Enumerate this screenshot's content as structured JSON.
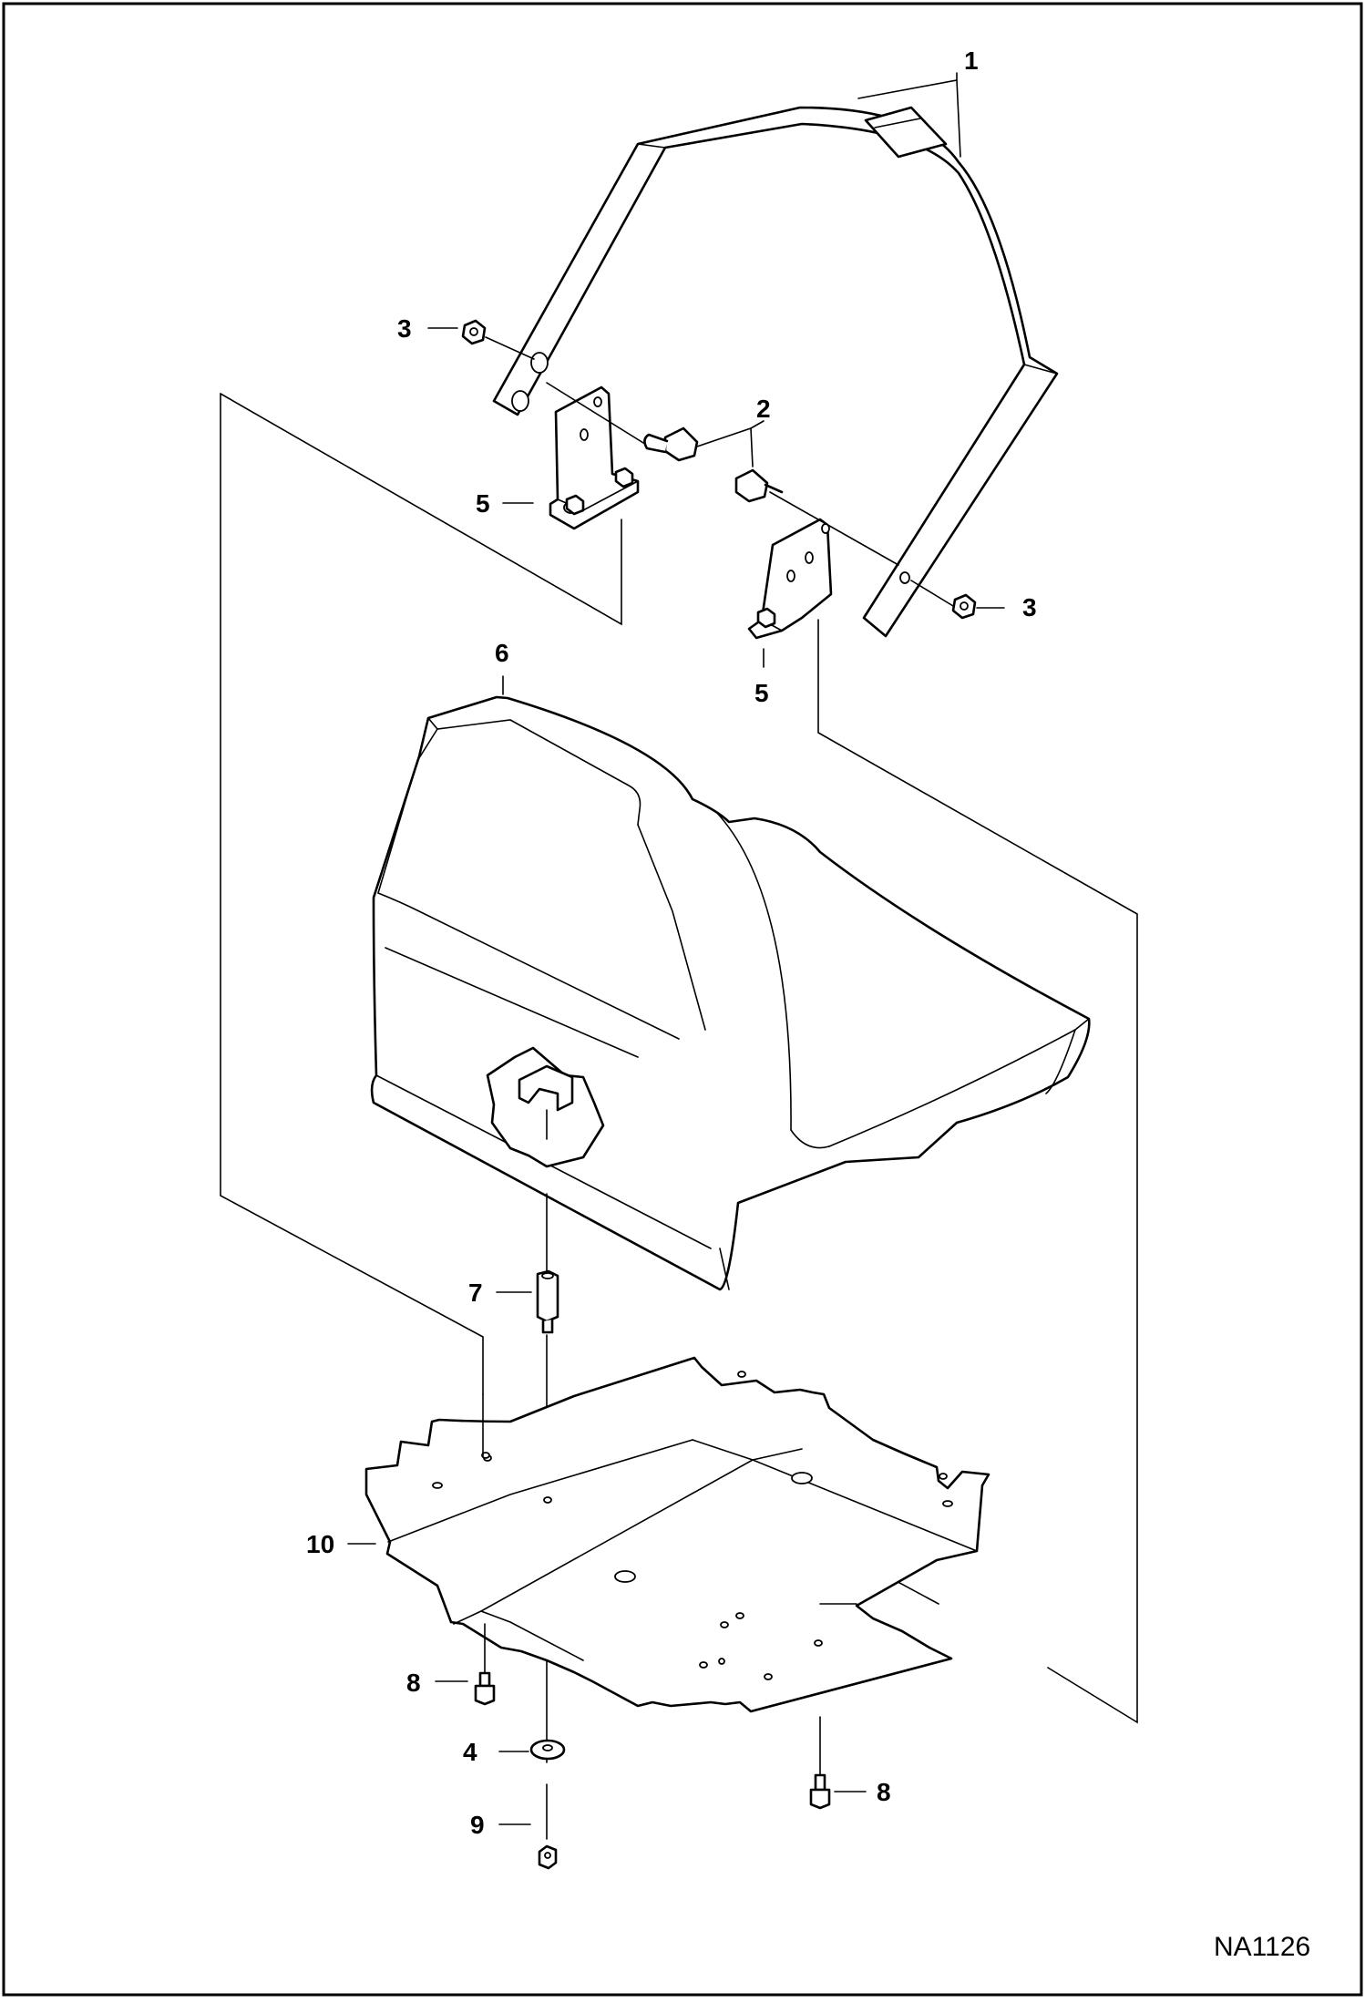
{
  "diagram_code": "NA1126",
  "callouts": {
    "c1": "1",
    "c2": "2",
    "c3a": "3",
    "c3b": "3",
    "c4": "4",
    "c5a": "5",
    "c5b": "5",
    "c6": "6",
    "c7": "7",
    "c8a": "8",
    "c8b": "8",
    "c9": "9",
    "c10": "10"
  }
}
